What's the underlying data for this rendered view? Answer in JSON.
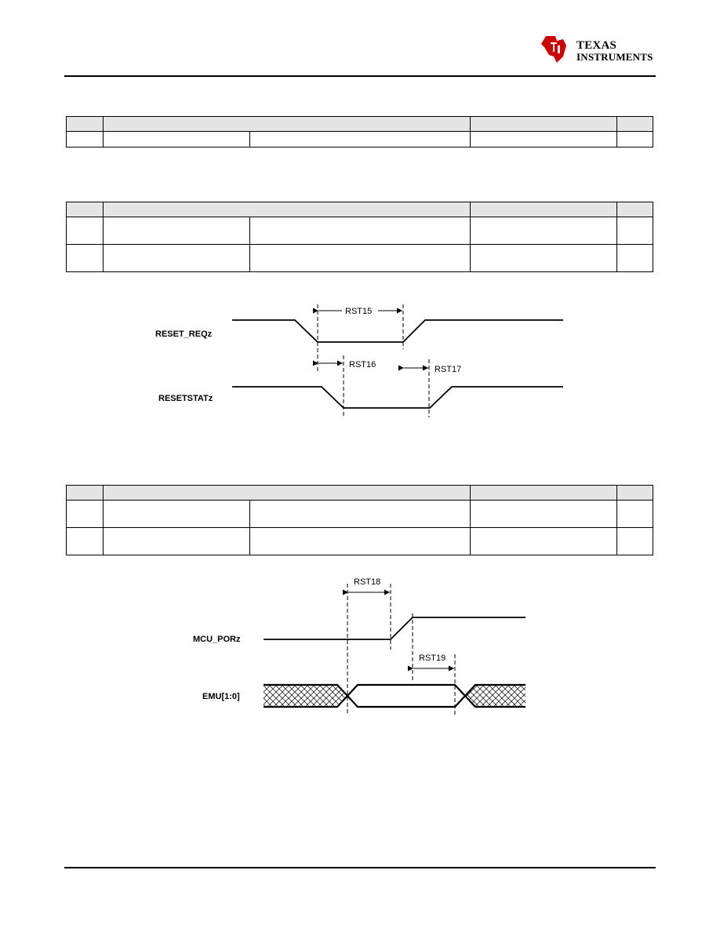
{
  "header": {
    "logo_line1": "TEXAS",
    "logo_line2": "INSTRUMENTS"
  },
  "tables": [
    {
      "rows": 1
    },
    {
      "rows": 2
    },
    {
      "rows": 2
    }
  ],
  "diagram_reset_req": {
    "signal_1": "RESET_REQz",
    "signal_2": "RESETSTATz",
    "param_1": "RST15",
    "param_2": "RST16",
    "param_3": "RST17"
  },
  "diagram_mcu_porz": {
    "signal_1": "MCU_PORz",
    "signal_2": "EMU[1:0]",
    "param_1": "RST18",
    "param_2": "RST19"
  }
}
